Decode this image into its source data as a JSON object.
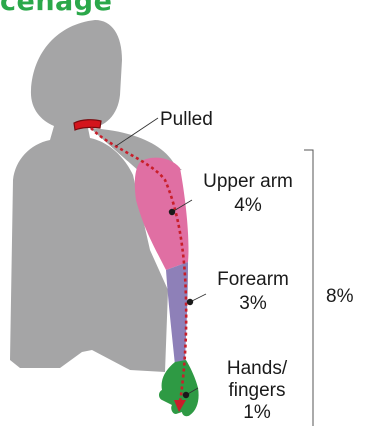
{
  "header": {
    "partial_title": "cenage"
  },
  "diagram": {
    "pulled_label": "Pulled",
    "segments": [
      {
        "name": "Upper arm",
        "value": "4%",
        "color": "#e06fa3"
      },
      {
        "name": "Forearm",
        "value": "3%",
        "color": "#8e80b8"
      },
      {
        "name": "Hands/\nfingers",
        "line1": "Hands/",
        "line2": "fingers",
        "value": "1%",
        "color": "#2e9a44"
      }
    ],
    "total": "8%",
    "colors": {
      "body": "#a5a5a6",
      "neck_mark": "#d4141c",
      "path_dotted": "#c81e2a",
      "arrowhead": "#c81e2a"
    }
  }
}
